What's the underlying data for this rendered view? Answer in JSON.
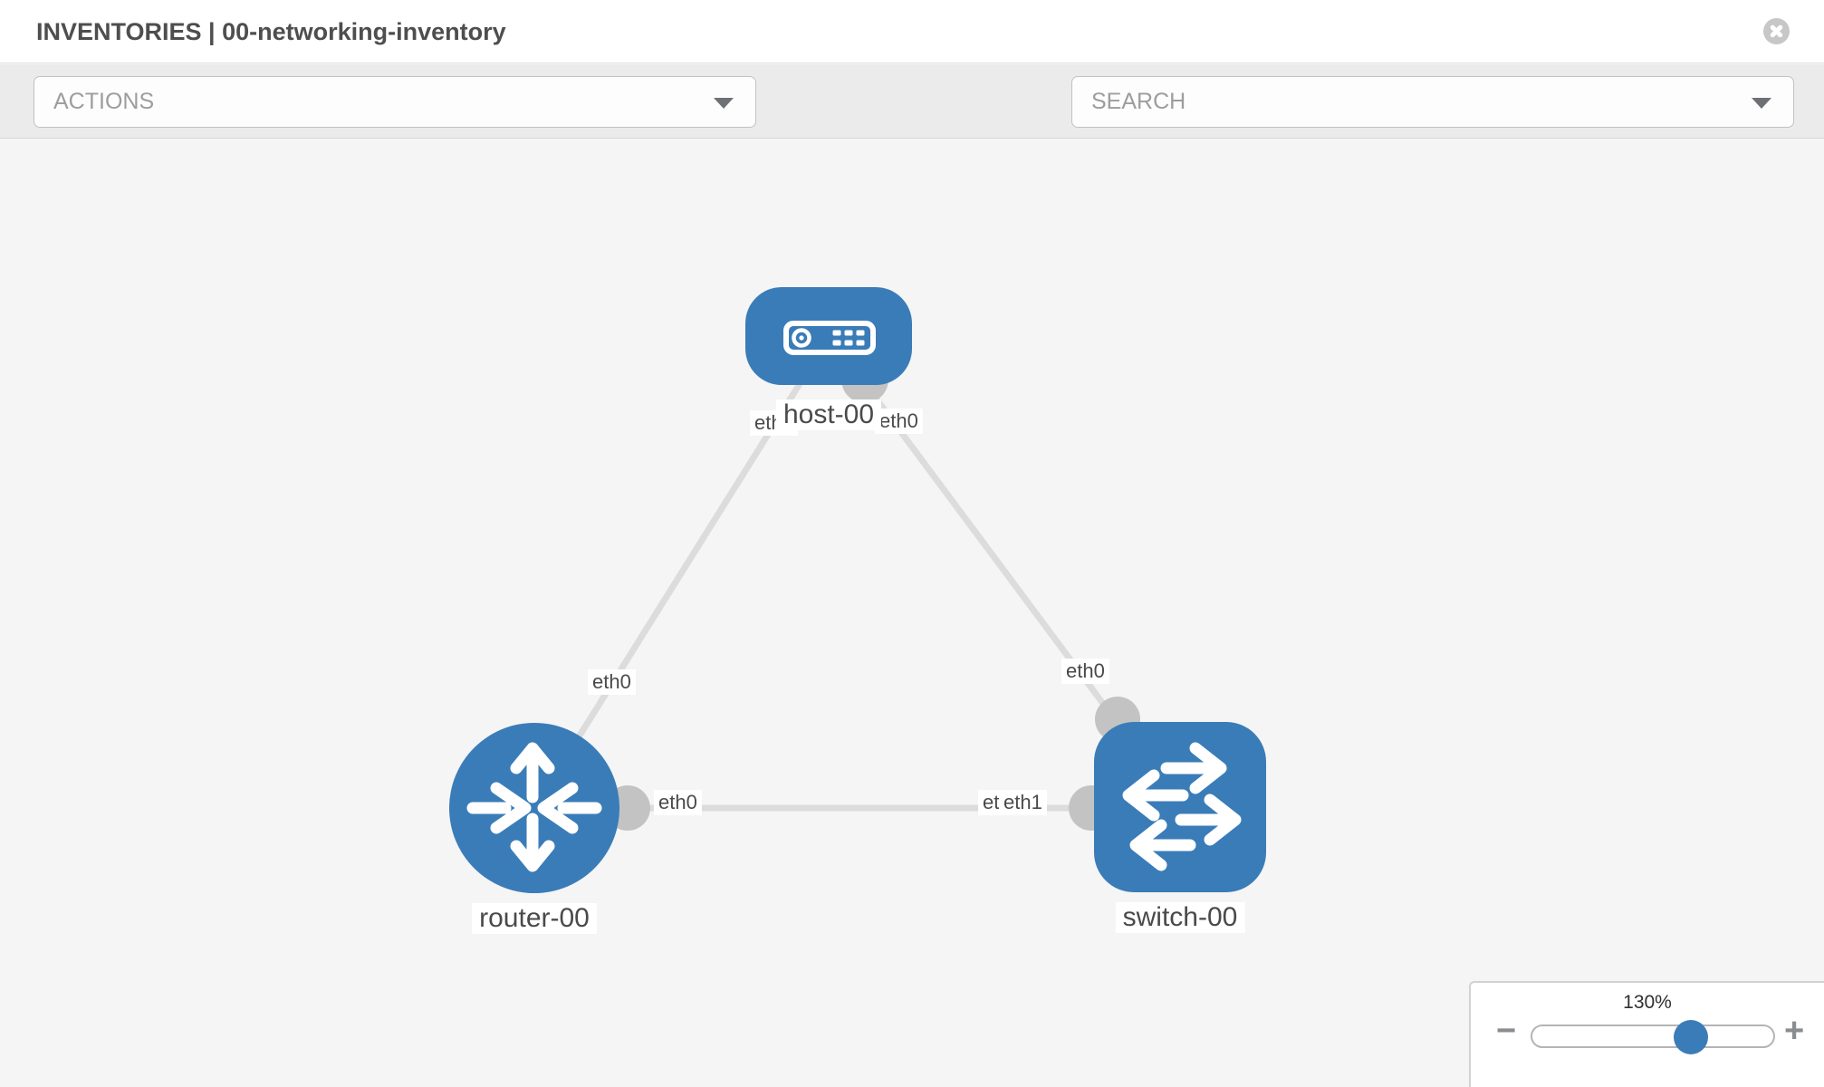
{
  "header": {
    "title": "INVENTORIES | 00-networking-inventory"
  },
  "toolbar": {
    "actions_label": "ACTIONS",
    "search_placeholder": "SEARCH",
    "icons": [
      "wrench-icon",
      "key-icon",
      "chevron-down-icon"
    ]
  },
  "colors": {
    "node_blue": "#3a7cb8",
    "link_gray": "#dcdcdc",
    "port_gray": "#c3c3c3",
    "toolbar_bg": "#ebebeb",
    "canvas_bg": "#f5f5f5",
    "label_text": "#4a4a4a",
    "icon_gray": "#898d91"
  },
  "topology": {
    "nodes": [
      {
        "label": "host-00",
        "type": "host",
        "icon": "server-icon"
      },
      {
        "label": "router-00",
        "type": "router",
        "icon": "router-arrows-icon"
      },
      {
        "label": "switch-00",
        "type": "switch",
        "icon": "switch-arrows-icon"
      }
    ],
    "links": [
      {
        "from": "router-00",
        "to": "host-00",
        "from_interface": "eth0",
        "to_interface": "eth0"
      },
      {
        "from": "host-00",
        "to": "switch-00",
        "from_interface": "eth0",
        "to_interface": "eth0"
      },
      {
        "from": "router-00",
        "to": "switch-00",
        "from_interface": "eth0",
        "to_interface": "eth1",
        "to_interface_behind": "eth0"
      }
    ]
  },
  "zoom_control": {
    "level": "130%",
    "zoom_out": "−",
    "zoom_in": "+"
  }
}
